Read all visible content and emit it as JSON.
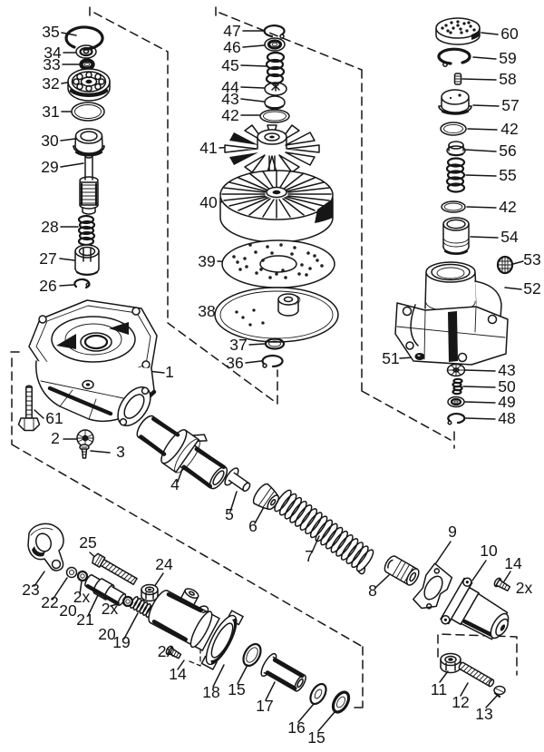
{
  "diagram": {
    "kind": "exploded parts diagram",
    "colors": {
      "ink": "#161616",
      "paper": "#ffffff"
    }
  },
  "parts": {
    "p1": "1",
    "p2": "2",
    "p3": "3",
    "p4": "4",
    "p5": "5",
    "p6": "6",
    "p7": "7",
    "p8": "8",
    "p9": "9",
    "p10": "10",
    "p11": "11",
    "p12": "12",
    "p13": "13",
    "p14": "14",
    "p15": "15",
    "p16": "16",
    "p17": "17",
    "p18": "18",
    "p19": "19",
    "p20": "20",
    "p21": "21",
    "p22": "22",
    "p23": "23",
    "p24": "24",
    "p25": "25",
    "p26": "26",
    "p27": "27",
    "p28": "28",
    "p29": "29",
    "p30": "30",
    "p31": "31",
    "p32": "32",
    "p33": "33",
    "p34": "34",
    "p35": "35",
    "p36": "36",
    "p37": "37",
    "p38": "38",
    "p39": "39",
    "p40": "40",
    "p41": "41",
    "p42": "42",
    "p43": "43",
    "p44": "44",
    "p45": "45",
    "p46": "46",
    "p47": "47",
    "p48": "48",
    "p49": "49",
    "p50": "50",
    "p51": "51",
    "p52": "52",
    "p53": "53",
    "p54": "54",
    "p55": "55",
    "p56": "56",
    "p57": "57",
    "p58": "58",
    "p59": "59",
    "p60": "60",
    "p61": "61",
    "qty2x": "2x"
  }
}
